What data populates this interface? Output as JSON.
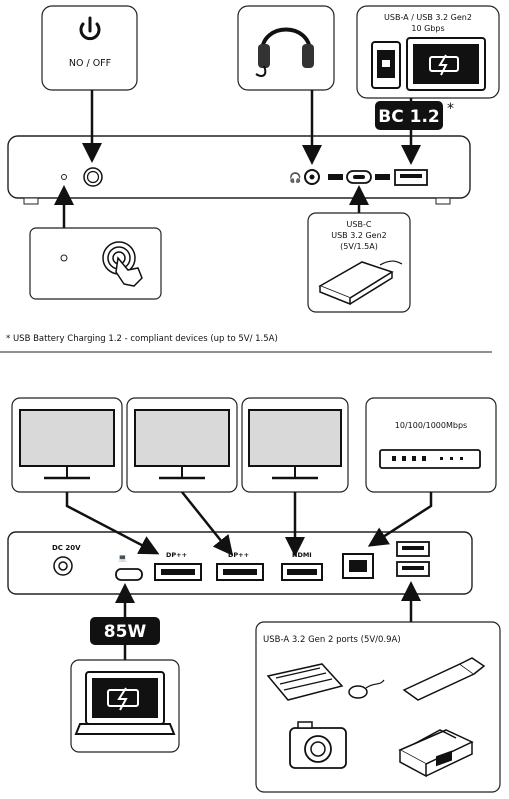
{
  "top": {
    "power_callout": "NO / OFF",
    "usba_callout_line1": "USB-A / USB 3.2 Gen2",
    "usba_callout_line2": "10 Gbps",
    "bc_badge": "BC 1.2",
    "bc_asterisk": "*",
    "usbc_callout_line1": "USB-C",
    "usbc_callout_line2": "USB 3.2 Gen2",
    "usbc_callout_line3": "(5V/1.5A)",
    "footnote": "* USB Battery Charging 1.2 - compliant devices (up to 5V/ 1.5A)"
  },
  "bottom": {
    "network_speed": "10/100/1000Mbps",
    "dc_label": "DC 20V",
    "port_dp1": "DP++",
    "port_dp2": "DP++",
    "port_hdmi": "HDMI",
    "power_badge": "85W",
    "usba_ports_label": "USB-A 3.2 Gen 2 ports (5V/0.9A)"
  },
  "colors": {
    "line": "#111111",
    "badge_bg": "#111111",
    "screen_fill": "#d9d9d9",
    "box_stroke": "#222222"
  }
}
